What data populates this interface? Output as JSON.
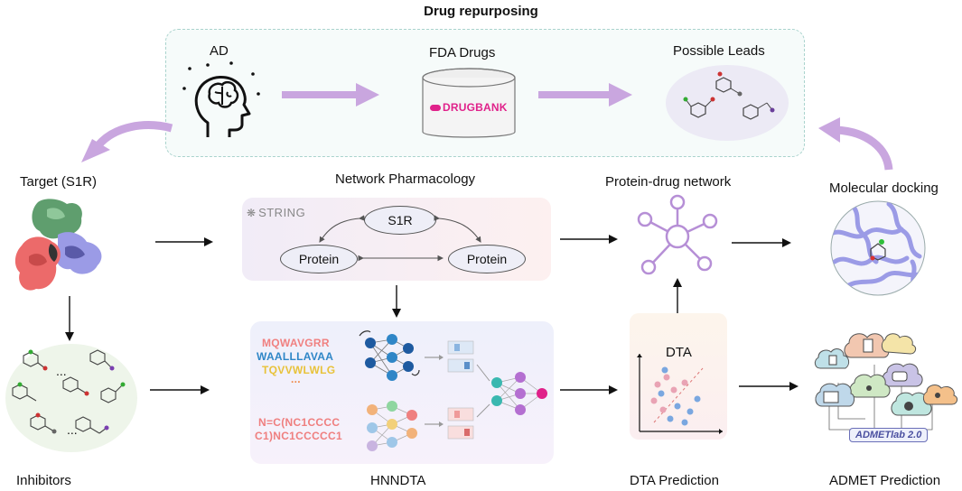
{
  "title": "Drug repurposing",
  "top_row": {
    "ad": "AD",
    "fda": "FDA Drugs",
    "drugbank": "DRUGBANK",
    "leads": "Possible Leads"
  },
  "labels": {
    "target": "Target (S1R)",
    "network": "Network Pharmacology",
    "protein_drug": "Protein-drug network",
    "docking": "Molecular docking",
    "inhibitors": "Inhibitors",
    "hnndta": "HNNDTA",
    "dta_pred": "DTA Prediction",
    "admet": "ADMET Prediction",
    "ellipsis": "..."
  },
  "string_panel": {
    "logo": "STRING",
    "center": "S1R",
    "left": "Protein",
    "right": "Protein"
  },
  "hnndta": {
    "seq1": "MQWAVGRR",
    "seq2": "WAALLLAVAA",
    "seq3": "TQVVWLWLG",
    "seq_dots": "...",
    "smiles1": "N=C(NC1CCCC",
    "smiles2": "C1)NC1CCCCC1"
  },
  "dta": {
    "title": "DTA"
  },
  "admet_badge": "ADMETlab 2.0",
  "colors": {
    "seq1": "#f08080",
    "seq2": "#2f86c7",
    "seq3": "#e8c23a",
    "smiles": "#ef7f7f",
    "purple_arrow": "#c9a6df",
    "drugbank": "#e0218a",
    "network_node": "#b68fd6"
  }
}
